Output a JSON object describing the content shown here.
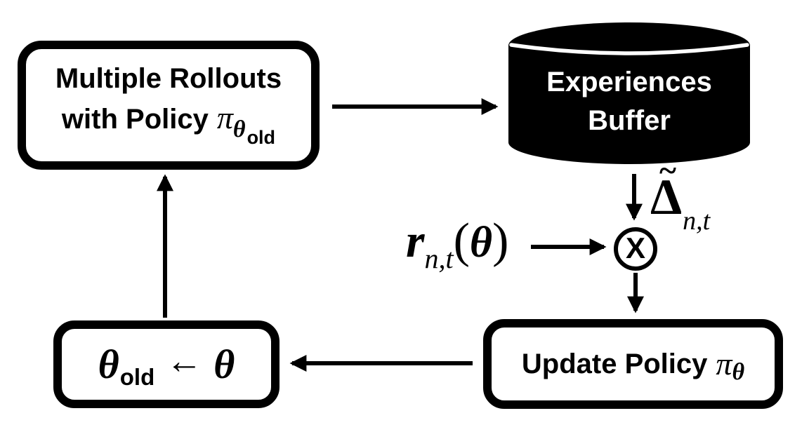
{
  "colors": {
    "ink": "#000000",
    "paper": "#ffffff",
    "buffer_fill": "#000000",
    "buffer_text": "#ffffff"
  },
  "rollouts_box": {
    "line1": "Multiple Rollouts",
    "line2_prefix": "with Policy",
    "pi": "π",
    "theta_sub": "θ",
    "old_sub": "old"
  },
  "buffer_cylinder": {
    "line1": "Experiences",
    "line2": "Buffer"
  },
  "advantage_label": {
    "tilde": "~",
    "delta": "Δ",
    "subscript": "n,t"
  },
  "ratio_label": {
    "r": "r",
    "subscript": "n,t",
    "lparen": "(",
    "theta": "θ",
    "rparen": ")"
  },
  "multiply_node": {
    "symbol": "X"
  },
  "update_box": {
    "prefix": "Update Policy",
    "pi": "π",
    "theta_sub": "θ"
  },
  "assign_box": {
    "theta_old": "θ",
    "old_sub": "old",
    "assign_arrow": "←",
    "theta_new": "θ"
  }
}
